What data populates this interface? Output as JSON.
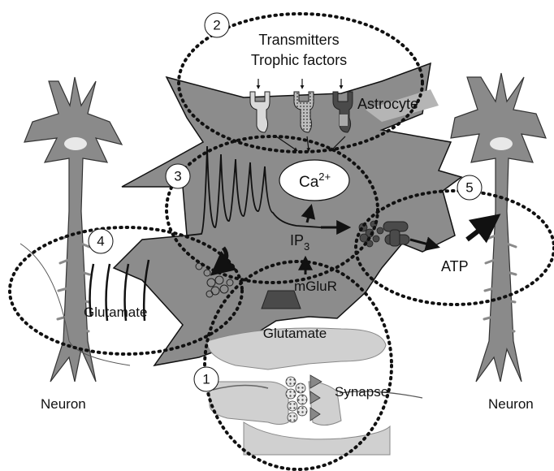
{
  "labels": {
    "transmitters": "Transmitters",
    "trophic": "Trophic factors",
    "astrocyte": "Astrocyte",
    "calcium_base": "Ca",
    "calcium_sup": "2+",
    "ip3_base": "IP",
    "ip3_sub": "3",
    "mglur": "mGluR",
    "atp": "ATP",
    "glutamate_left": "Glutamate",
    "glutamate_bottom": "Glutamate",
    "synapse": "Synapse",
    "neuron_left": "Neuron",
    "neuron_right": "Neuron"
  },
  "numbers": [
    "1",
    "2",
    "3",
    "4",
    "5"
  ],
  "colors": {
    "cell_fill": "#8c8c8c",
    "neuron_fill": "#8a8a8a",
    "synapse_fill": "#d0d0d0",
    "outline": "#111111",
    "receptor_dark": "#4a4a4a"
  }
}
